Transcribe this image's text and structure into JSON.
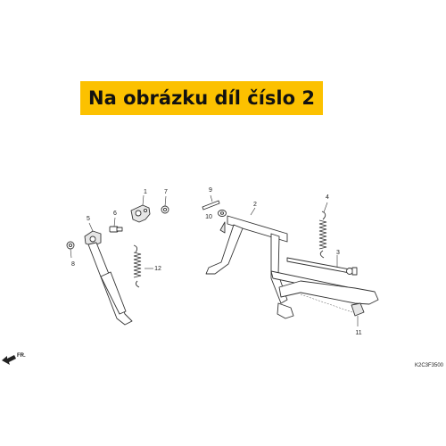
{
  "banner": {
    "text": "Na obrázku díl číslo 2",
    "color": "#fcc100"
  },
  "callouts": [
    "1",
    "2",
    "3",
    "4",
    "5",
    "6",
    "7",
    "8",
    "9",
    "10",
    "11",
    "12"
  ],
  "direction_label": "FR.",
  "diagram_code": "K2C3F3500"
}
